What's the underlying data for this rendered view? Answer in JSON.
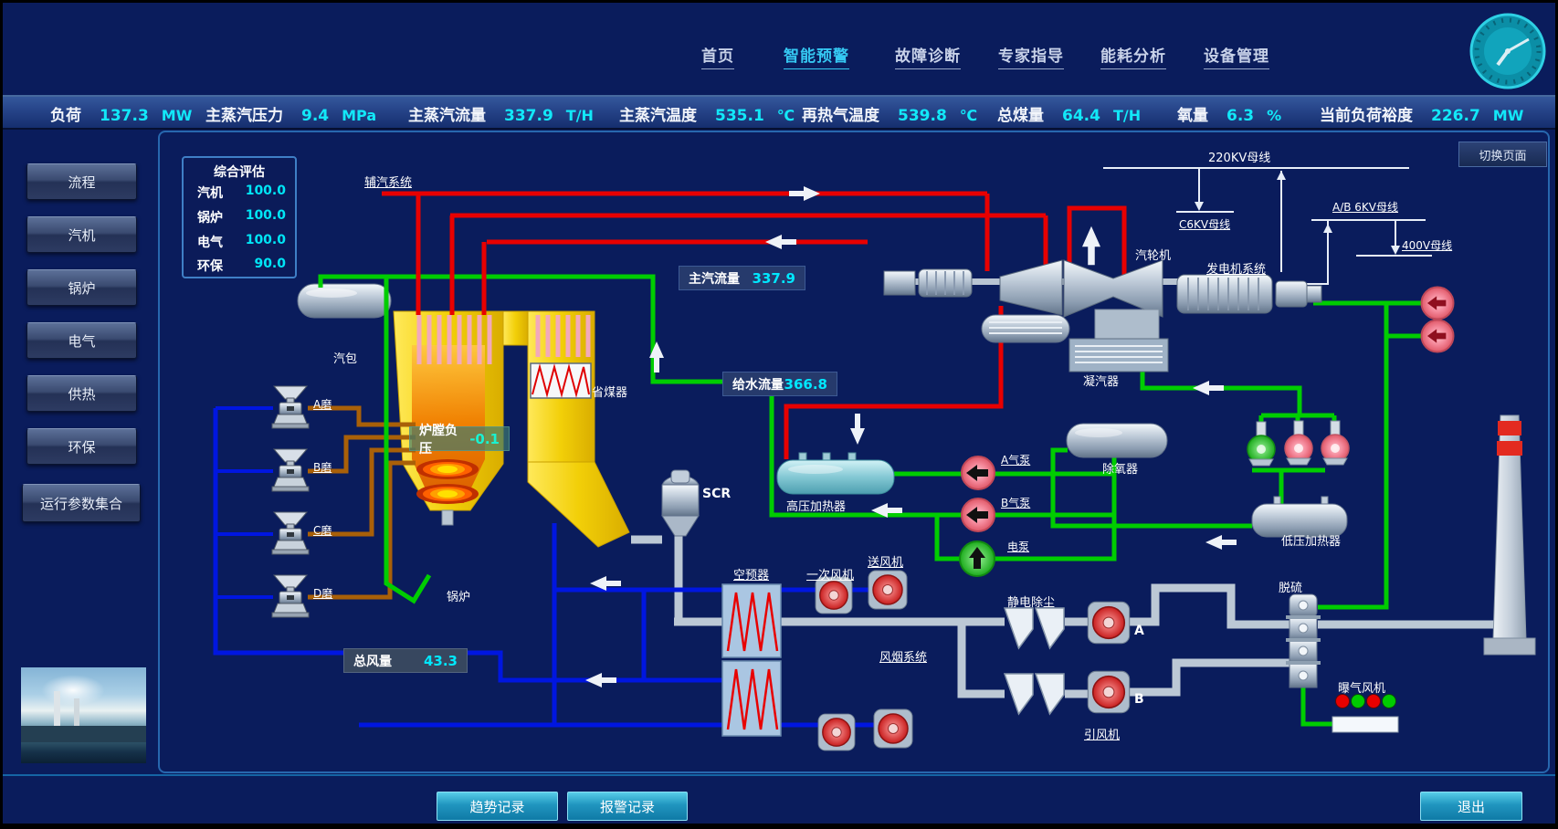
{
  "nav": {
    "items": [
      {
        "label": "首页",
        "active": false
      },
      {
        "label": "智能预警",
        "active": true
      },
      {
        "label": "故障诊断",
        "active": false
      },
      {
        "label": "专家指导",
        "active": false
      },
      {
        "label": "能耗分析",
        "active": false
      },
      {
        "label": "设备管理",
        "active": false
      }
    ]
  },
  "status_bar": {
    "items": [
      {
        "label": "负荷",
        "value": "137.3",
        "unit": "MW"
      },
      {
        "label": "主蒸汽压力",
        "value": "9.4",
        "unit": "MPa"
      },
      {
        "label": "主蒸汽流量",
        "value": "337.9",
        "unit": "T/H"
      },
      {
        "label": "主蒸汽温度",
        "value": "535.1",
        "unit": "℃"
      },
      {
        "label": "再热气温度",
        "value": "539.8",
        "unit": "℃"
      },
      {
        "label": "总煤量",
        "value": "64.4",
        "unit": "T/H"
      },
      {
        "label": "氧量",
        "value": "6.3",
        "unit": "%"
      },
      {
        "label": "当前负荷裕度",
        "value": "226.7",
        "unit": "MW"
      }
    ]
  },
  "sidebar": {
    "items": [
      {
        "label": "流程"
      },
      {
        "label": "汽机"
      },
      {
        "label": "锅炉"
      },
      {
        "label": "电气"
      },
      {
        "label": "供热"
      },
      {
        "label": "环保"
      },
      {
        "label": "运行参数集合"
      }
    ]
  },
  "evaluation": {
    "title": "综合评估",
    "rows": [
      {
        "label": "汽机",
        "value": "100.0"
      },
      {
        "label": "锅炉",
        "value": "100.0"
      },
      {
        "label": "电气",
        "value": "100.0"
      },
      {
        "label": "环保",
        "value": "90.0"
      }
    ]
  },
  "switch_page_label": "切换页面",
  "badges": {
    "main_steam_flow": {
      "label": "主汽流量",
      "value": "337.9"
    },
    "feed_water_flow": {
      "label": "给水流量",
      "value": "366.8"
    },
    "furnace_pressure": {
      "label": "炉膛负压",
      "value": "-0.1"
    },
    "total_air_flow": {
      "label": "总风量",
      "value": "43.3"
    }
  },
  "labels": {
    "aux_steam": "辅汽系统",
    "steam_drum": "汽包",
    "boiler": "锅炉",
    "economizer": "省煤器",
    "scr": "SCR",
    "air_preheater": "空预器",
    "primary_fan": "一次风机",
    "fd_fan": "送风机",
    "flue_gas_system": "风烟系统",
    "esp": "静电除尘",
    "id_fan": "引风机",
    "fan_a": "A",
    "fan_b": "B",
    "desulfurization": "脱硫",
    "aeration_fan": "曝气风机",
    "turbine": "汽轮机",
    "generator_system": "发电机系统",
    "condenser": "凝汽器",
    "deaerator": "除氧器",
    "hp_heater": "高压加热器",
    "lp_heater": "低压加热器",
    "pump_a": "A气泵",
    "pump_b": "B气泵",
    "electric_pump": "电泵",
    "bus_220kv": "220KV母线",
    "bus_c6kv": "C6KV母线",
    "bus_ab6kv": "A/B 6KV母线",
    "bus_400v": "400V母线",
    "mills": [
      "A磨",
      "B磨",
      "C磨",
      "D磨"
    ]
  },
  "status_lights": {
    "colors": [
      "#e80000",
      "#00cc00",
      "#e80000",
      "#00cc00"
    ]
  },
  "colors": {
    "accent_cyan": "#12e8f8",
    "pipe_red": "#e80000",
    "pipe_green": "#00cd00",
    "pipe_blue": "#0016e0",
    "pipe_coal": "#a96008"
  },
  "footer": {
    "trend": "趋势记录",
    "alarm": "报警记录",
    "exit": "退出"
  }
}
